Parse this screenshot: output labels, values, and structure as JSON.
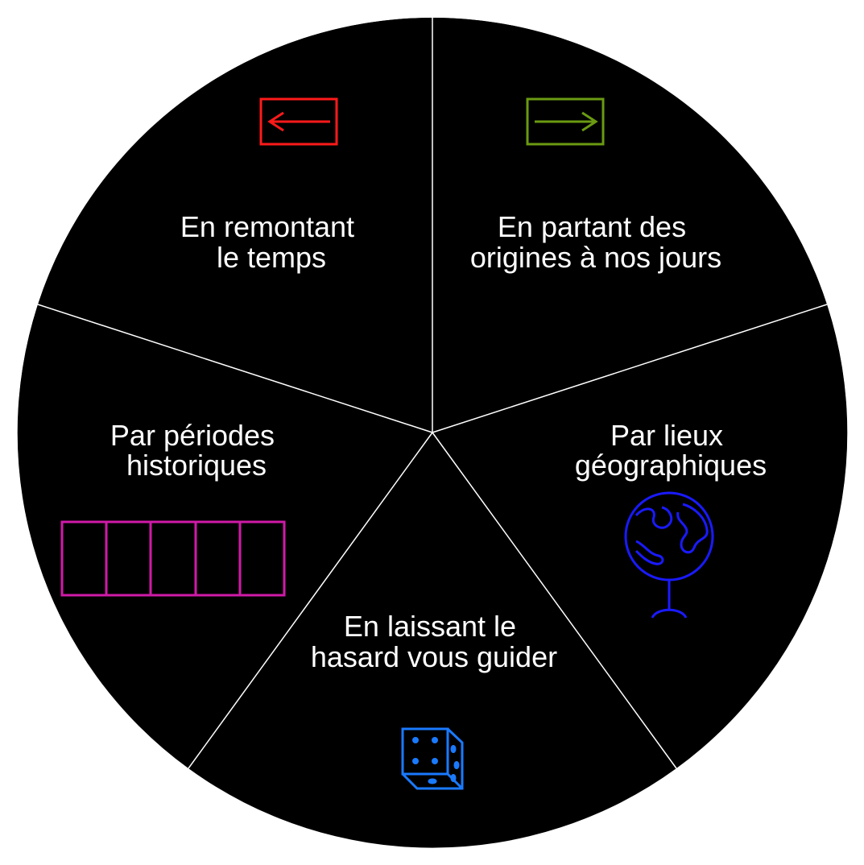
{
  "menu": {
    "segments": [
      {
        "id": "backward",
        "lines": [
          "En remontant",
          "le temps"
        ],
        "icon": "arrow-left-icon",
        "color": "#ff1a1a"
      },
      {
        "id": "forward",
        "lines": [
          "En partant des",
          "origines à nos jours"
        ],
        "icon": "arrow-right-icon",
        "color": "#6a9a12"
      },
      {
        "id": "places",
        "lines": [
          "Par lieux",
          "géographiques"
        ],
        "icon": "globe-icon",
        "color": "#1a1aff"
      },
      {
        "id": "random",
        "lines": [
          "En laissant le",
          "hasard vous guider"
        ],
        "icon": "dice-icon",
        "color": "#1a7aff"
      },
      {
        "id": "periods",
        "lines": [
          "Par périodes",
          "historiques"
        ],
        "icon": "timeline-grid-icon",
        "color": "#d01aa8"
      }
    ],
    "colors": {
      "wheel": "#000000",
      "divider": "#ffffff",
      "text": "#ffffff"
    }
  }
}
